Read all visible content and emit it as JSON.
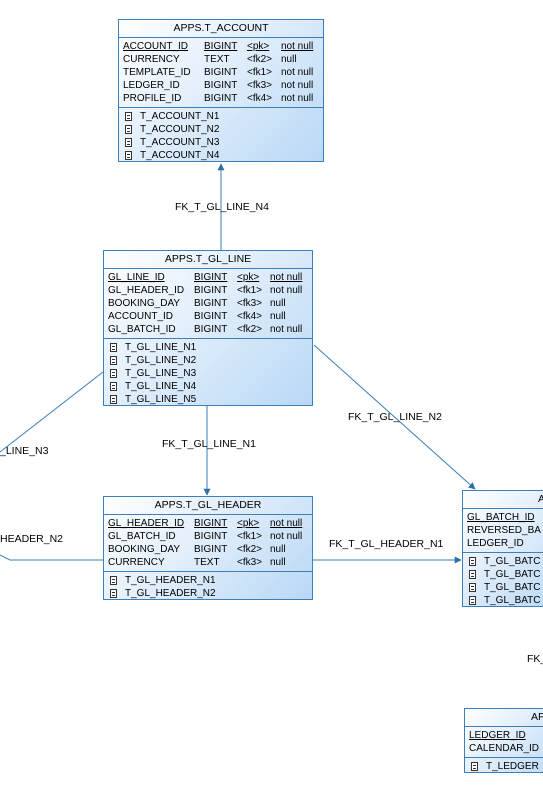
{
  "entities": {
    "account": {
      "title": "APPS.T_ACCOUNT",
      "columns": [
        {
          "name": "ACCOUNT_ID",
          "type": "BIGINT",
          "key": "<pk>",
          "nullable": "not null"
        },
        {
          "name": "CURRENCY",
          "type": "TEXT",
          "key": "<fk2>",
          "nullable": "null"
        },
        {
          "name": "TEMPLATE_ID",
          "type": "BIGINT",
          "key": "<fk1>",
          "nullable": "not null"
        },
        {
          "name": "LEDGER_ID",
          "type": "BIGINT",
          "key": "<fk3>",
          "nullable": "not null"
        },
        {
          "name": "PROFILE_ID",
          "type": "BIGINT",
          "key": "<fk4>",
          "nullable": "not null"
        }
      ],
      "indexes": [
        "T_ACCOUNT_N1",
        "T_ACCOUNT_N2",
        "T_ACCOUNT_N3",
        "T_ACCOUNT_N4"
      ]
    },
    "gl_line": {
      "title": "APPS.T_GL_LINE",
      "columns": [
        {
          "name": "GL_LINE_ID",
          "type": "BIGINT",
          "key": "<pk>",
          "nullable": "not null"
        },
        {
          "name": "GL_HEADER_ID",
          "type": "BIGINT",
          "key": "<fk1>",
          "nullable": "not null"
        },
        {
          "name": "BOOKING_DAY",
          "type": "BIGINT",
          "key": "<fk3>",
          "nullable": "null"
        },
        {
          "name": "ACCOUNT_ID",
          "type": "BIGINT",
          "key": "<fk4>",
          "nullable": "null"
        },
        {
          "name": "GL_BATCH_ID",
          "type": "BIGINT",
          "key": "<fk2>",
          "nullable": "not null"
        }
      ],
      "indexes": [
        "T_GL_LINE_N1",
        "T_GL_LINE_N2",
        "T_GL_LINE_N3",
        "T_GL_LINE_N4",
        "T_GL_LINE_N5"
      ]
    },
    "gl_header": {
      "title": "APPS.T_GL_HEADER",
      "columns": [
        {
          "name": "GL_HEADER_ID",
          "type": "BIGINT",
          "key": "<pk>",
          "nullable": "not null"
        },
        {
          "name": "GL_BATCH_ID",
          "type": "BIGINT",
          "key": "<fk1>",
          "nullable": "not null"
        },
        {
          "name": "BOOKING_DAY",
          "type": "BIGINT",
          "key": "<fk2>",
          "nullable": "null"
        },
        {
          "name": "CURRENCY",
          "type": "TEXT",
          "key": "<fk3>",
          "nullable": "null"
        }
      ],
      "indexes": [
        "T_GL_HEADER_N1",
        "T_GL_HEADER_N2"
      ]
    },
    "gl_batch_partial": {
      "title": "A",
      "columns": [
        {
          "name": "GL_BATCH_ID"
        },
        {
          "name": "REVERSED_BA"
        },
        {
          "name": "LEDGER_ID"
        }
      ],
      "indexes": [
        "T_GL_BATC",
        "T_GL_BATC",
        "T_GL_BATC",
        "T_GL_BATC"
      ]
    },
    "ledger_partial": {
      "title": "AP",
      "columns": [
        {
          "name": "LEDGER_ID"
        },
        {
          "name": "CALENDAR_ID"
        }
      ],
      "indexes": [
        "T_LEDGER"
      ]
    }
  },
  "relationships": {
    "fk_line_n4": "FK_T_GL_LINE_N4",
    "fk_line_n1": "FK_T_GL_LINE_N1",
    "fk_line_n2": "FK_T_GL_LINE_N2",
    "fk_line_n3": "_LINE_N3",
    "fk_header_n2": "HEADER_N2",
    "fk_header_n1": "FK_T_GL_HEADER_N1",
    "fk_partial": "FK_"
  },
  "colors": {
    "border": "#3f7fb9",
    "connector": "#3a7fb8",
    "fill_start": "#ffffff",
    "fill_end": "#b9d8f6"
  }
}
